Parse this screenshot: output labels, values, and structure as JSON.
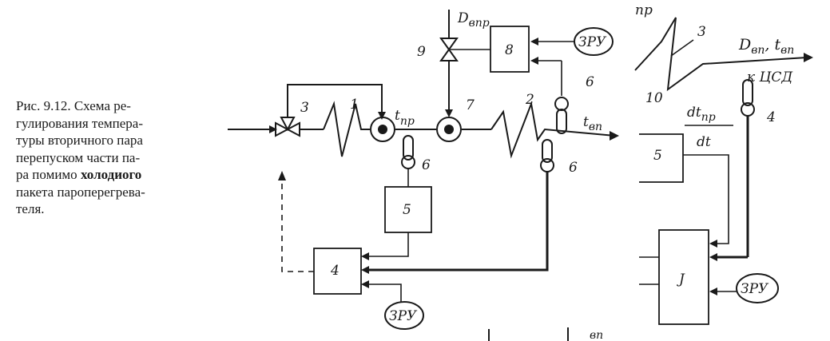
{
  "caption": {
    "lines": [
      "Рис. 9.12. Схема ре-",
      "гулирования темпера-",
      "туры вторичного пара",
      "перепуском части па-",
      "ра помимо ",
      "пакета пароперегрева-",
      "теля."
    ],
    "bold_word": "холодиого"
  },
  "main": {
    "labels": {
      "valve3": "3",
      "sh1": "1",
      "sh2": "2",
      "sensor7": "7",
      "valve9": "9",
      "block8": "8",
      "zru_top": "ЗРУ",
      "t_pr": "t",
      "t_pr_sub": "пр",
      "t_vp": "t",
      "t_vp_sub": "вп",
      "d_vpr": "D",
      "d_vpr_sub": "впр",
      "s6a": "6",
      "s6b": "6",
      "s6c": "6",
      "block5": "5",
      "block4": "4",
      "zru_bottom": "ЗРУ"
    }
  },
  "right": {
    "labels": {
      "top_frag": "пр",
      "n3": "3",
      "d_vp": "D",
      "d_vp_sub": "вп",
      "comma": ",",
      "t_vp": "t",
      "t_vp_sub": "вп",
      "kcsd": "к ЦСД",
      "n10": "10",
      "deriv_num": "dt",
      "deriv_num_sub": "пр",
      "deriv_den": "dt",
      "n4": "4",
      "block5": "5",
      "block_bottom": "J",
      "zru": "ЗРУ",
      "bottom_frag": "вп"
    }
  }
}
